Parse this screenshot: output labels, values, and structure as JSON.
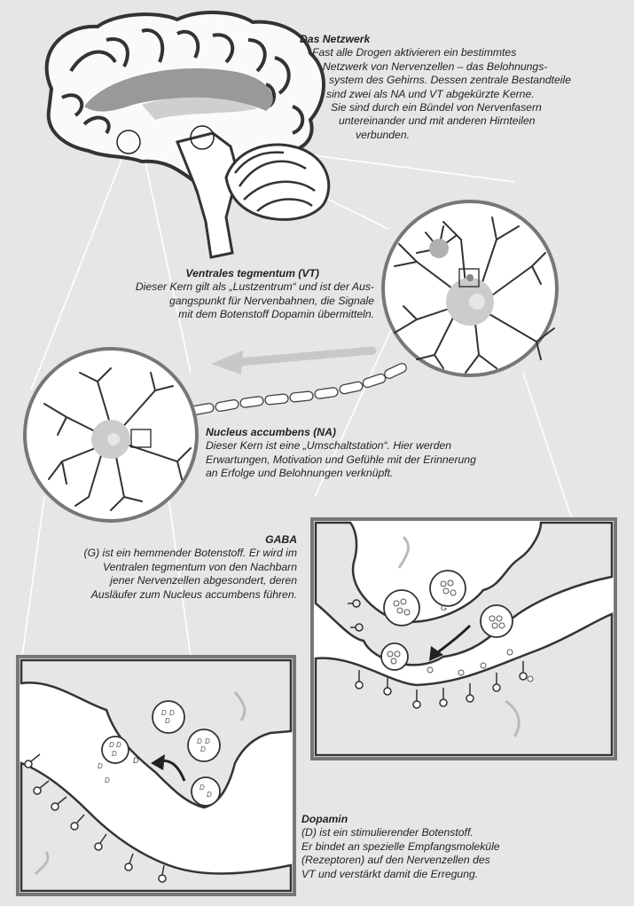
{
  "netzwerk": {
    "title": "Das Netzwerk",
    "lines": [
      "Fast alle Drogen aktivieren ein bestimmtes",
      "Netzwerk von Nervenzellen – das Belohnungs-",
      "system des Gehirns. Dessen zentrale Bestandteile",
      "sind zwei als NA und VT abgekürzte Kerne.",
      "Sie sind durch ein Bündel von Nervenfasern",
      "untereinander und mit anderen Hirnteilen",
      "verbunden."
    ]
  },
  "vt": {
    "title": "Ventrales tegmentum (VT)",
    "lines": [
      "Dieser Kern gilt als „Lustzentrum“ und ist der Aus-",
      "gangspunkt für Nervenbahnen, die Signale",
      "mit dem Botenstoff Dopamin übermitteln."
    ]
  },
  "na": {
    "title": "Nucleus accumbens (NA)",
    "lines": [
      "Dieser Kern ist eine „Umschaltstation“. Hier werden",
      "Erwartungen, Motivation und Gefühle mit der Erinnerung",
      "an Erfolge und Belohnungen verknüpft."
    ]
  },
  "gaba": {
    "title": "GABA",
    "lines": [
      "(G) ist ein hemmender Botenstoff. Er wird im",
      "Ventralen tegmentum von den Nachbarn",
      "jener Nervenzellen abgesondert, deren",
      "Ausläufer zum Nucleus accumbens führen."
    ]
  },
  "dopamin": {
    "title": "Dopamin",
    "lines": [
      "(D) ist ein stimulierender Botenstoff.",
      "Er bindet an spezielle Empfangsmoleküle",
      "(Rezeptoren) auf den Nervenzellen des",
      "VT und verstärkt damit die Erregung."
    ]
  },
  "marker_G": "G",
  "marker_D": "D"
}
